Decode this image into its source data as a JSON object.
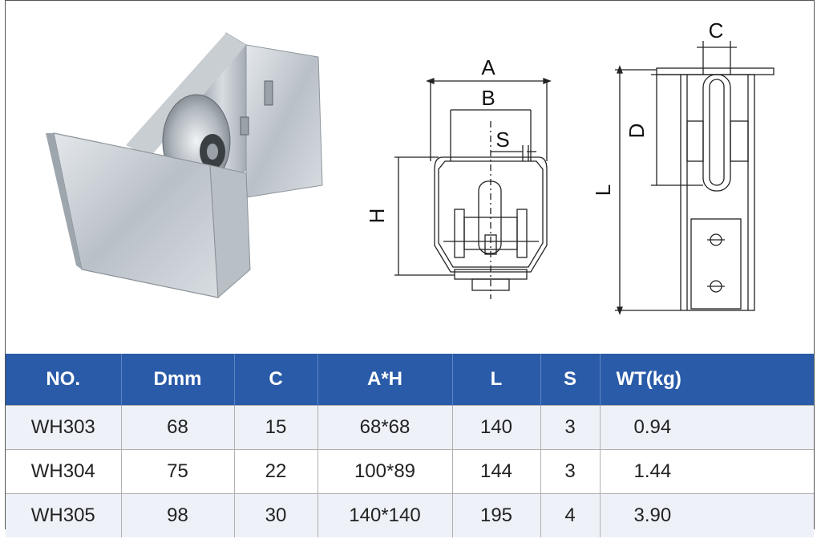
{
  "drawing_labels": {
    "A": "A",
    "B": "B",
    "S": "S",
    "H": "H",
    "C": "C",
    "D": "D",
    "L": "L"
  },
  "table": {
    "headers": [
      "NO.",
      "Dmm",
      "C",
      "A*H",
      "L",
      "S",
      "WT(kg)"
    ],
    "rows": [
      [
        "WH303",
        "68",
        "15",
        "68*68",
        "140",
        "3",
        "0.94"
      ],
      [
        "WH304",
        "75",
        "22",
        "100*89",
        "144",
        "3",
        "1.44"
      ],
      [
        "WH305",
        "98",
        "30",
        "140*140",
        "195",
        "4",
        "3.90"
      ]
    ]
  }
}
